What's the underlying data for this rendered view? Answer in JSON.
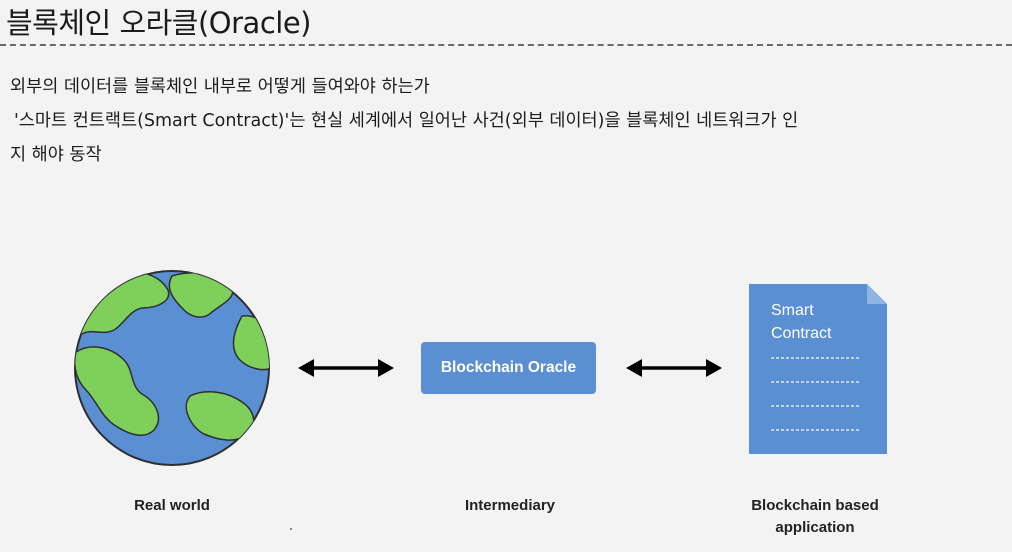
{
  "title": "블록체인 오라클(Oracle)",
  "lines": [
    "외부의 데이터를 블록체인 내부로 어떻게 들여와야 하는가",
    "'스마트 컨트랙트(Smart Contract)'는 현실 세계에서 일어난 사건(외부 데이터)을 블록체인 네트워크가 인",
    "지 해야 동작"
  ],
  "diagram": {
    "nodes": [
      {
        "id": "real-world",
        "label": "Real world",
        "icon": "globe-icon"
      },
      {
        "id": "intermediary",
        "label": "Intermediary",
        "box_text": "Blockchain Oracle"
      },
      {
        "id": "application",
        "label": "Blockchain based\napplication",
        "doc_text": "Smart\nContract",
        "icon": "document-icon"
      }
    ],
    "edges": [
      {
        "from": "real-world",
        "to": "intermediary",
        "type": "bidirectional-arrow"
      },
      {
        "from": "intermediary",
        "to": "application",
        "type": "bidirectional-arrow"
      }
    ],
    "colors": {
      "globe_ocean": "#5b8fd3",
      "globe_land": "#7ed05a",
      "box_fill": "#5b8fd3",
      "arrow": "#000000"
    }
  }
}
